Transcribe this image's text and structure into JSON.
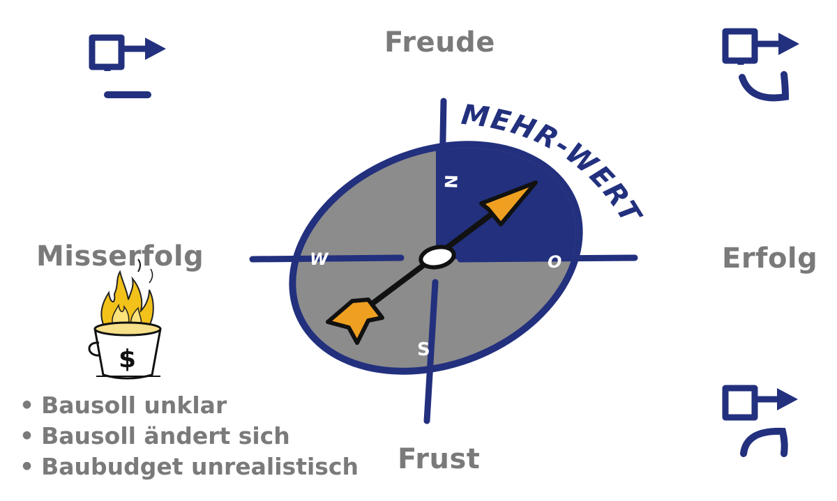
{
  "directions": {
    "north": "Freude",
    "south": "Frust",
    "west": "Misserfolg",
    "east": "Erfolg"
  },
  "compass": {
    "arc_text": "MEHR-WERT",
    "cardinal": {
      "n": "N",
      "s": "S",
      "w": "W",
      "o": "O"
    },
    "colors": {
      "ring": "#22307e",
      "face": "#8c8c8c",
      "highlight": "#22307e",
      "arrow": "#f0a020"
    }
  },
  "reasons": [
    "Bausoll unklar",
    "Bausoll ändert sich",
    "Baubudget unrealistisch"
  ],
  "icons": [
    "person-neutral-icon",
    "person-happy-icon",
    "person-sad-icon",
    "burning-money-bucket-icon"
  ]
}
